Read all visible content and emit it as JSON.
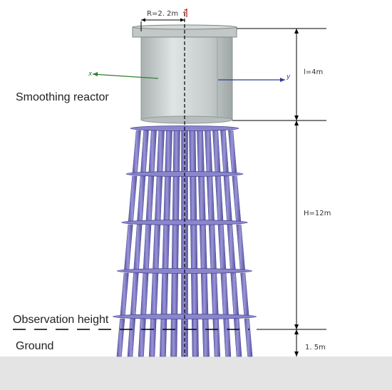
{
  "labels": {
    "smoothing_reactor": "Smoothing reactor",
    "observation_height": "Observation height",
    "ground": "Ground"
  },
  "dimensions": {
    "radius": "R=2. 2m",
    "reactor_height": "l=4m",
    "support_height": "H=12m",
    "observation": "1. 5m"
  },
  "axes": {
    "z": "z",
    "x": "x",
    "y": "y"
  },
  "colors": {
    "reactor_body": "#c6cccc",
    "insulator": "#7d78c2",
    "ground": "#e4e4e4",
    "dimension_line": "#000000",
    "x_axis": "#2f7f2f",
    "y_axis": "#2a3a9c",
    "z_axis": "#c02020"
  }
}
